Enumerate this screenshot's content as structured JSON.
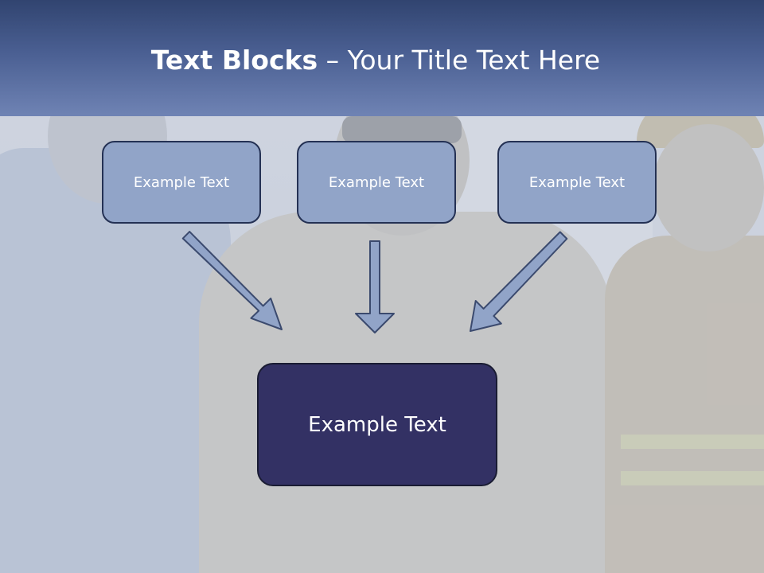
{
  "title": {
    "bold": "Text Blocks",
    "rest": " – Your Title Text Here"
  },
  "boxes": {
    "top": [
      {
        "label": "Example Text"
      },
      {
        "label": "Example Text"
      },
      {
        "label": "Example Text"
      }
    ],
    "bottom": {
      "label": "Example Text"
    }
  },
  "colors": {
    "header_top": "#314470",
    "header_bottom": "#6f83b4",
    "small_box_fill": "#91a4c8",
    "small_box_border": "#243154",
    "big_box_fill": "#333164",
    "arrow_fill": "#91a4c8"
  }
}
